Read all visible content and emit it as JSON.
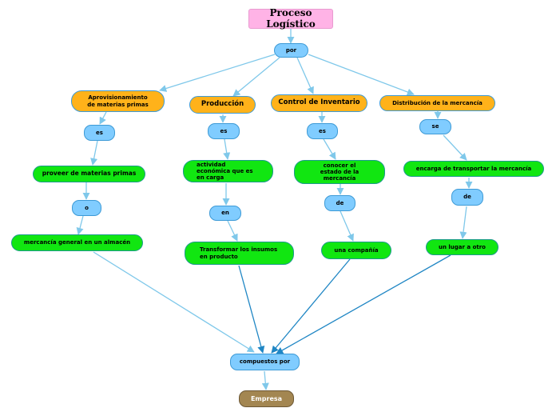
{
  "title": "Proceso Logístico",
  "por": "por",
  "branches": [
    {
      "category": "Aprovisionamiento de materias primas",
      "link1": "es",
      "desc": "proveer de materias primas",
      "link2": "o",
      "result": "mercancía general en un almacén"
    },
    {
      "category": "Producción",
      "link1": "es",
      "desc": "actividad económica que es en carga",
      "link2": "en",
      "result": "Transformar los insumos en producto"
    },
    {
      "category": "Control de Inventario",
      "link1": "es",
      "desc": "conocer el estado de la mercancía",
      "link2": "de",
      "result": "una compañía"
    },
    {
      "category": "Distribución de la mercancía",
      "link1": "se",
      "desc": "encarga de transportar la mercancía",
      "link2": "de",
      "result": "un lugar a otro"
    }
  ],
  "compuestos": "compuestos por",
  "empresa": "Empresa",
  "colors": {
    "title": "#ffb3e6",
    "link": "#80ccff",
    "category": "#ffb21a",
    "description": "#11e611",
    "empresa": "#a38651",
    "edge": "#7fc8ea",
    "edge_dark": "#1f86c4"
  }
}
